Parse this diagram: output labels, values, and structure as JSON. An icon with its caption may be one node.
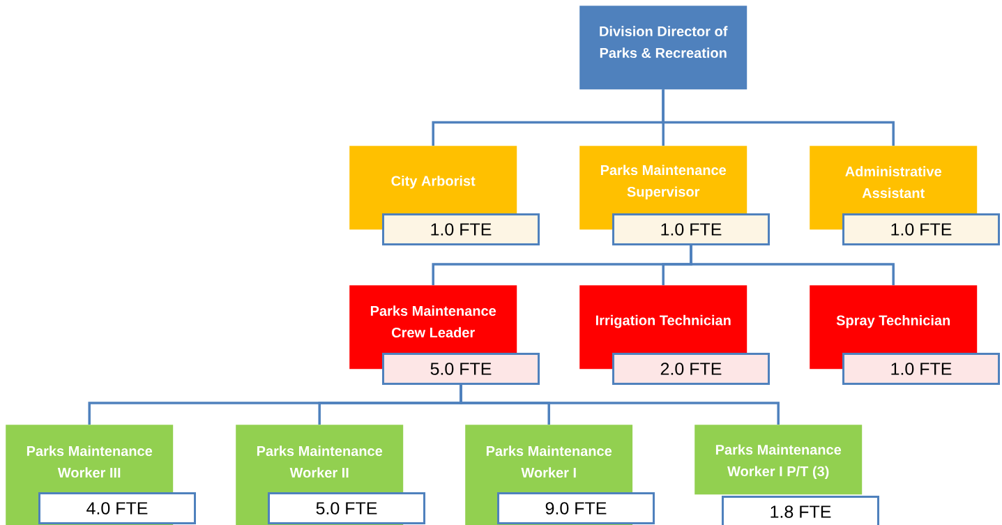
{
  "diagram": {
    "nodes": [
      {
        "text": [
          "Division Director of Parks & Recreation"
        ]
      },
      {
        "text": [
          "City Arborist"
        ]
      },
      {
        "text": [
          "1.0 FTE"
        ]
      },
      {
        "text": [
          "Parks Maintenance Supervisor"
        ]
      },
      {
        "text": [
          "1.0 FTE"
        ]
      },
      {
        "text": [
          "Administrative Assistant"
        ]
      },
      {
        "text": [
          "1.0 FTE"
        ]
      },
      {
        "text": [
          "Parks Maintenance Crew Leader"
        ]
      },
      {
        "text": [
          "5.0 FTE"
        ]
      },
      {
        "text": [
          "Irrigation Technician"
        ]
      },
      {
        "text": [
          "2.0 FTE"
        ]
      },
      {
        "text": [
          "Spray Technician"
        ]
      },
      {
        "text": [
          "1.0 FTE"
        ]
      },
      {
        "text": [
          "Parks Maintenance Worker III"
        ]
      },
      {
        "text": [
          "4.0 FTE"
        ]
      },
      {
        "text": [
          "Parks Maintenance Worker II"
        ]
      },
      {
        "text": [
          "5.0 FTE"
        ]
      },
      {
        "text": [
          "Parks Maintenance Worker I"
        ]
      },
      {
        "text": [
          "9.0 FTE"
        ]
      },
      {
        "text": [
          "Parks Maintenance Worker I P/T (3)"
        ]
      },
      {
        "text": [
          "1.8 FTE"
        ]
      }
    ],
    "edges": [
      {
        "from": 0,
        "to": 1,
        "arrow": "none"
      },
      {
        "from": 0,
        "to": 3,
        "arrow": "none"
      },
      {
        "from": 0,
        "to": 5,
        "arrow": "none"
      },
      {
        "from": 4,
        "to": 7,
        "arrow": "none"
      },
      {
        "from": 4,
        "to": 9,
        "arrow": "none"
      },
      {
        "from": 4,
        "to": 11,
        "arrow": "none"
      },
      {
        "from": 8,
        "to": 13,
        "arrow": "none"
      },
      {
        "from": 8,
        "to": 15,
        "arrow": "none"
      },
      {
        "from": 8,
        "to": 17,
        "arrow": "none"
      },
      {
        "from": 8,
        "to": 19,
        "arrow": "none"
      }
    ]
  }
}
